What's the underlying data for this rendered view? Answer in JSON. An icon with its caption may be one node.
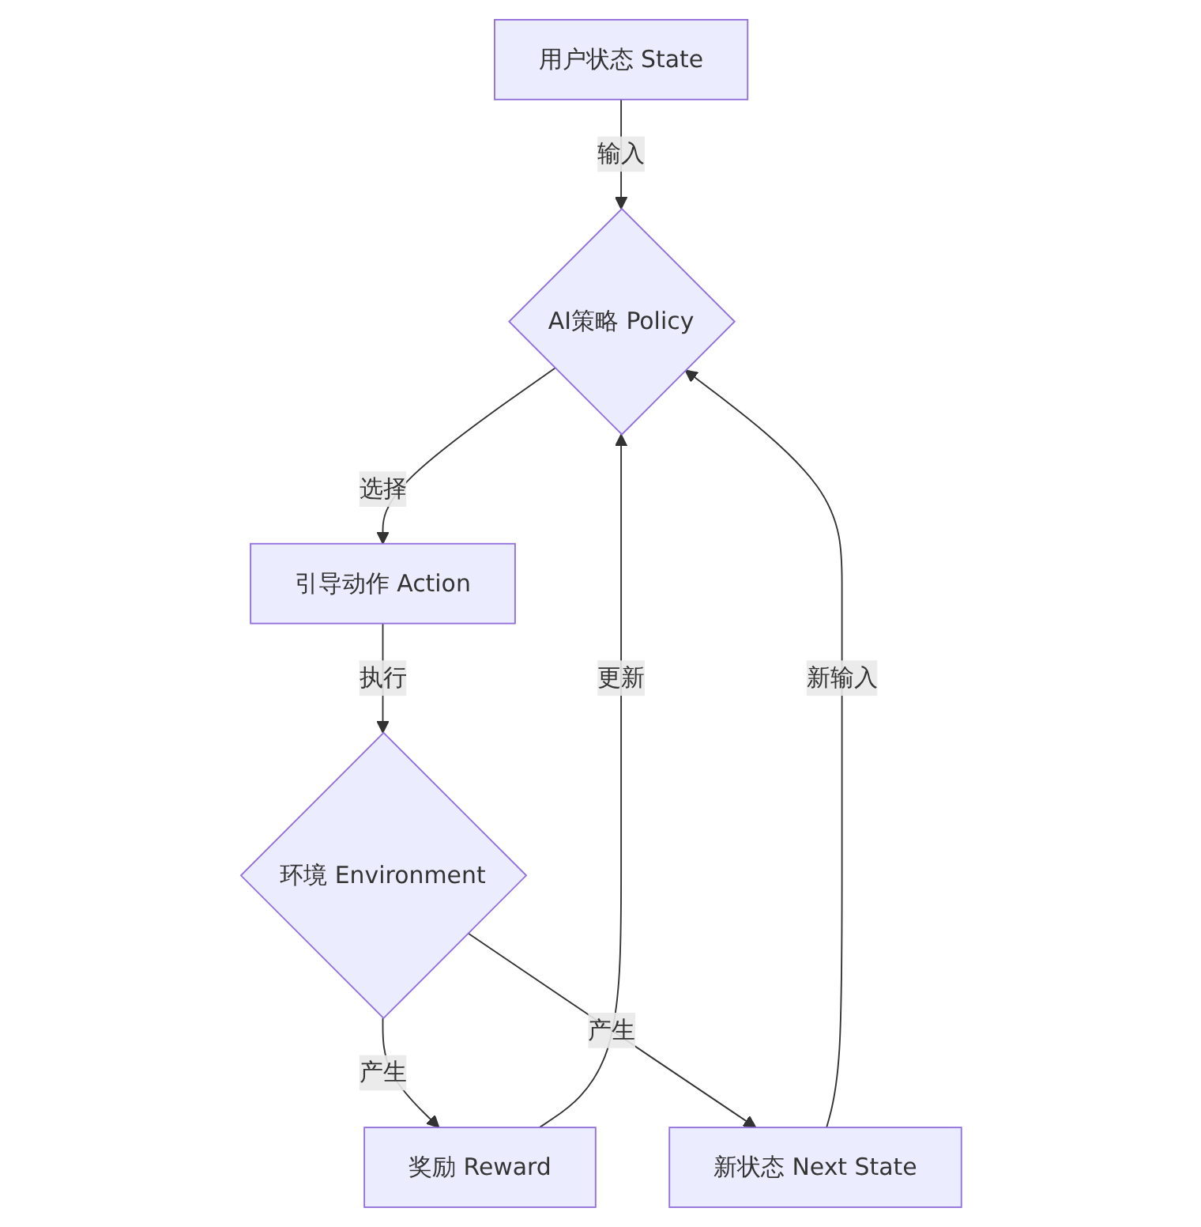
{
  "diagram": {
    "nodes": [
      {
        "text": [
          "用户状态 State"
        ]
      },
      {
        "text": [
          "AI策略 Policy"
        ]
      },
      {
        "text": [
          "引导动作 Action"
        ]
      },
      {
        "text": [
          "环境 Environment"
        ]
      },
      {
        "text": [
          "奖励 Reward"
        ]
      },
      {
        "text": [
          "新状态 Next State"
        ]
      }
    ],
    "edges": [
      {
        "from": 0,
        "to": 1,
        "arrow": "to",
        "label": "输入"
      },
      {
        "from": 1,
        "to": 2,
        "arrow": "to",
        "label": "选择"
      },
      {
        "from": 2,
        "to": 3,
        "arrow": "to",
        "label": "执行"
      },
      {
        "from": 3,
        "to": 4,
        "arrow": "to",
        "label": "产生"
      },
      {
        "from": 3,
        "to": 5,
        "arrow": "to",
        "label": "产生"
      },
      {
        "from": 4,
        "to": 1,
        "arrow": "to",
        "label": "更新"
      },
      {
        "from": 5,
        "to": 1,
        "arrow": "to",
        "label": "新输入"
      }
    ]
  }
}
